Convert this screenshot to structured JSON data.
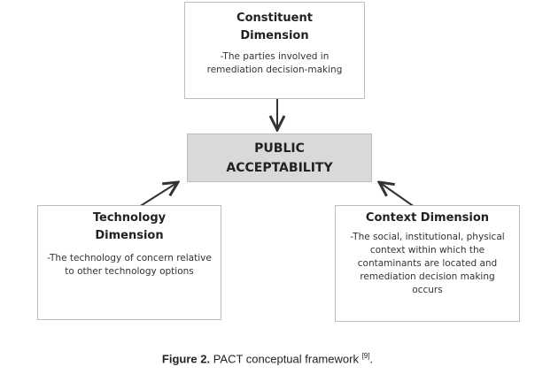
{
  "nodes": {
    "constituent": {
      "title": "Constituent Dimension",
      "description": "-The parties involved in remediation decision-making"
    },
    "public": {
      "title_line1": "PUBLIC",
      "title_line2": "ACCEPTABILITY"
    },
    "technology": {
      "title": "Technology Dimension",
      "description": "-The technology of concern relative to other technology options"
    },
    "context": {
      "title": "Context Dimension",
      "description": "-The social, institutional, physical context within which the contaminants are located and remediation decision making occurs"
    }
  },
  "caption": {
    "label": "Figure 2.",
    "text": " PACT conceptual framework ",
    "ref": "[9]",
    "end": "."
  },
  "colors": {
    "center_fill": "#d9d9d9",
    "border": "#bdbdbd",
    "arrow": "#333333"
  }
}
